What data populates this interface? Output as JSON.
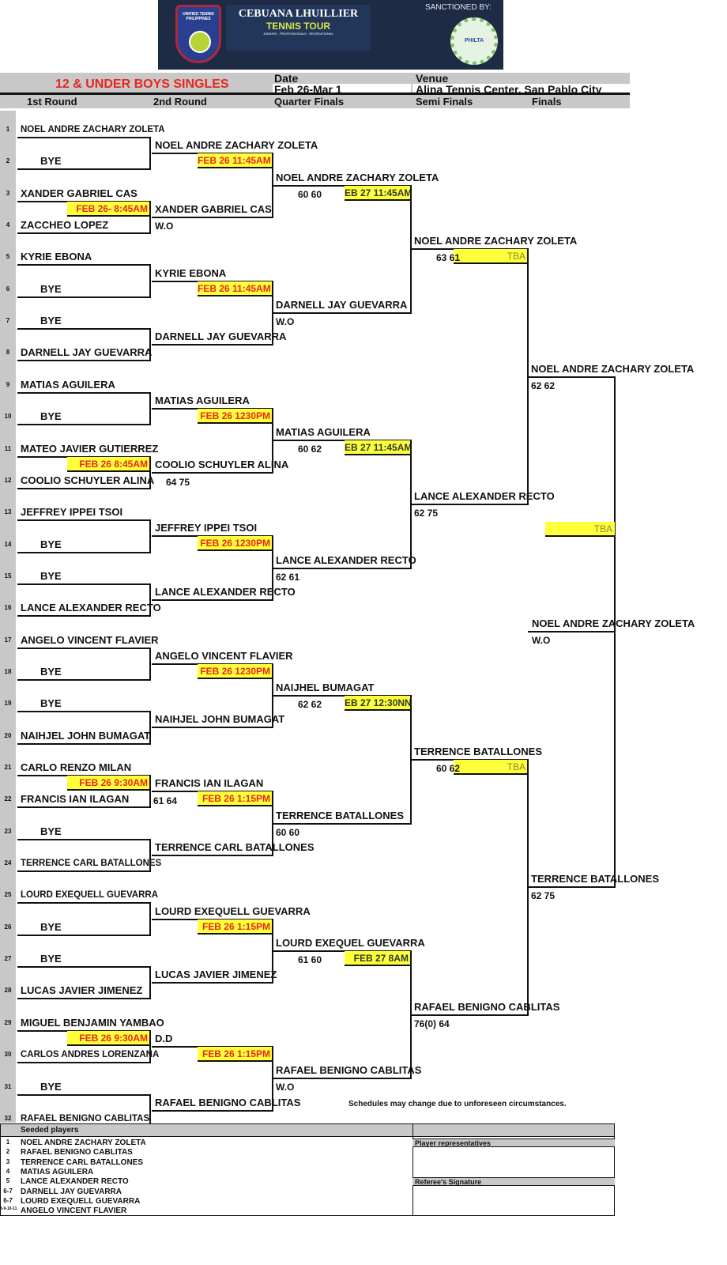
{
  "banner": {
    "left_logo": "UNIFIED TENNIS PHILIPPINES",
    "brand": "CEBUANA LHUILLIER",
    "tour": "TENNIS TOUR",
    "tagline": "JUNIORS . PROFESSIONALS . RECREATIONAL",
    "sanctioned": "SANCTIONED BY:",
    "philta": "PHILTA"
  },
  "header": {
    "title": "12 & UNDER BOYS SINGLES",
    "date_label": "Date",
    "date_value": "Feb 26-Mar 1",
    "venue_label": "Venue",
    "venue_value": "Alina Tennis Center, San Pablo City"
  },
  "rounds": [
    "1st Round",
    "2nd Round",
    "Quarter Finals",
    "Semi Finals",
    "Finals"
  ],
  "colors": {
    "date_box": "#ffff3a",
    "date_text": "#e8261f",
    "title": "#e8261f",
    "band": "#c8c8c8"
  },
  "round1": [
    {
      "slot": "1",
      "name": "NOEL ANDRE ZACHARY ZOLETA"
    },
    {
      "slot": "2",
      "name": "BYE"
    },
    {
      "slot": "3",
      "name": "XANDER GABRIEL CAS",
      "date": "FEB 26- 8:45AM"
    },
    {
      "slot": "4",
      "name": "ZACCHEO LOPEZ"
    },
    {
      "slot": "5",
      "name": "KYRIE EBONA"
    },
    {
      "slot": "6",
      "name": "BYE"
    },
    {
      "slot": "7",
      "name": "BYE"
    },
    {
      "slot": "8",
      "name": "DARNELL JAY GUEVARRA"
    },
    {
      "slot": "9",
      "name": "MATIAS AGUILERA"
    },
    {
      "slot": "10",
      "name": "BYE"
    },
    {
      "slot": "11",
      "name": "MATEO JAVIER GUTIERREZ",
      "date": "FEB 26 8:45AM"
    },
    {
      "slot": "12",
      "name": "COOLIO SCHUYLER ALINA",
      "pair_score": "64 75"
    },
    {
      "slot": "13",
      "name": "JEFFREY IPPEI TSOI"
    },
    {
      "slot": "14",
      "name": "BYE"
    },
    {
      "slot": "15",
      "name": "BYE"
    },
    {
      "slot": "16",
      "name": "LANCE ALEXANDER RECTO"
    },
    {
      "slot": "17",
      "name": "ANGELO VINCENT FLAVIER"
    },
    {
      "slot": "18",
      "name": "BYE"
    },
    {
      "slot": "19",
      "name": "BYE"
    },
    {
      "slot": "20",
      "name": "NAIHJEL JOHN BUMAGAT"
    },
    {
      "slot": "21",
      "name": "CARLO RENZO MILAN",
      "date": "FEB 26 9:30AM"
    },
    {
      "slot": "22",
      "name": "FRANCIS IAN ILAGAN",
      "pair_score": "61 64"
    },
    {
      "slot": "23",
      "name": "BYE"
    },
    {
      "slot": "24",
      "name": "TERRENCE CARL BATALLONES"
    },
    {
      "slot": "25",
      "name": "LOURD EXEQUELL GUEVARRA"
    },
    {
      "slot": "26",
      "name": "BYE"
    },
    {
      "slot": "27",
      "name": "BYE"
    },
    {
      "slot": "28",
      "name": "LUCAS JAVIER JIMENEZ"
    },
    {
      "slot": "29",
      "name": "MIGUEL BENJAMIN YAMBAO",
      "date": "FEB 26 9:30AM"
    },
    {
      "slot": "30",
      "name": "CARLOS ANDRES LORENZANA"
    },
    {
      "slot": "31",
      "name": "BYE"
    },
    {
      "slot": "32",
      "name": "RAFAEL BENIGNO CABLITAS"
    }
  ],
  "round2": [
    {
      "name": "NOEL ANDRE ZACHARY ZOLETA",
      "date": "FEB 26 11:45AM"
    },
    {
      "name": "XANDER GABRIEL CAS",
      "score": "W.O"
    },
    {
      "name": "KYRIE EBONA",
      "date": "FEB 26 11:45AM"
    },
    {
      "name": "DARNELL JAY GUEVARRA"
    },
    {
      "name": "MATIAS AGUILERA",
      "date": "FEB 26 1230PM"
    },
    {
      "name": "COOLIO SCHUYLER ALINA"
    },
    {
      "name": "JEFFREY IPPEI TSOI",
      "date": "FEB 26 1230PM"
    },
    {
      "name": "LANCE ALEXANDER RECTO"
    },
    {
      "name": "ANGELO VINCENT FLAVIER",
      "date": "FEB 26 1230PM"
    },
    {
      "name": "NAIHJEL JOHN BUMAGAT"
    },
    {
      "name": "FRANCIS IAN ILAGAN",
      "date": "FEB 26 1:15PM"
    },
    {
      "name": "TERRENCE CARL BATALLONES"
    },
    {
      "name": "LOURD EXEQUELL GUEVARRA",
      "date": "FEB 26 1:15PM"
    },
    {
      "name": "LUCAS JAVIER JIMENEZ"
    },
    {
      "name": "D.D",
      "date": "FEB 26 1:15PM"
    },
    {
      "name": "RAFAEL BENIGNO CABLITAS"
    }
  ],
  "quarterfinals": [
    {
      "name": "NOEL ANDRE ZACHARY ZOLETA",
      "score": "60 60",
      "date": "EB 27 11:45AM"
    },
    {
      "name": "DARNELL JAY GUEVARRA",
      "score": "W.O"
    },
    {
      "name": "MATIAS AGUILERA",
      "score": "60 62",
      "date": "EB 27 11:45AM"
    },
    {
      "name": "LANCE ALEXANDER RECTO",
      "score": "62 61"
    },
    {
      "name": "NAIJHEL BUMAGAT",
      "score": "62 62",
      "date": "EB 27 12:30NN"
    },
    {
      "name": "TERRENCE BATALLONES",
      "score": "60 60"
    },
    {
      "name": "LOURD EXEQUEL GUEVARRA",
      "score": "61 60",
      "date": "FEB 27 8AM"
    },
    {
      "name": "RAFAEL BENIGNO CABLITAS",
      "score": "W.O"
    }
  ],
  "semifinals": [
    {
      "name": "NOEL ANDRE ZACHARY ZOLETA",
      "score": "63 61",
      "date": "TBA"
    },
    {
      "name": "LANCE ALEXANDER RECTO",
      "score": "62 75"
    },
    {
      "name": "TERRENCE BATALLONES",
      "score": "60 62",
      "date": "TBA"
    },
    {
      "name": "RAFAEL BENIGNO CABLITAS",
      "score": "76(0) 64"
    }
  ],
  "finals": [
    {
      "name": "NOEL ANDRE ZACHARY ZOLETA",
      "score": "62 62"
    },
    {
      "name": "TERRENCE BATALLONES",
      "score": "62 75"
    }
  ],
  "champion": {
    "name": "NOEL ANDRE ZACHARY ZOLETA",
    "score": "W.O",
    "date": "TBA"
  },
  "note": "Schedules may change due to unforeseen circumstances.",
  "seeds": {
    "header": "Seeded players",
    "list": [
      {
        "seed": "1",
        "name": "NOEL ANDRE ZACHARY ZOLETA"
      },
      {
        "seed": "2",
        "name": "RAFAEL BENIGNO CABLITAS"
      },
      {
        "seed": "3",
        "name": "TERRENCE CARL BATALLONES"
      },
      {
        "seed": "4",
        "name": "MATIAS AGUILERA"
      },
      {
        "seed": "5",
        "name": "LANCE ALEXANDER RECTO"
      },
      {
        "seed": "6-7",
        "name": "DARNELL JAY GUEVARRA"
      },
      {
        "seed": "6-7",
        "name": "LOURD EXEQUELL GUEVARRA"
      },
      {
        "seed": "8-9-10-11",
        "name": "ANGELO VINCENT FLAVIER"
      }
    ]
  },
  "side": {
    "player_reps": "Player representatives",
    "referee": "Referee's Signature"
  }
}
